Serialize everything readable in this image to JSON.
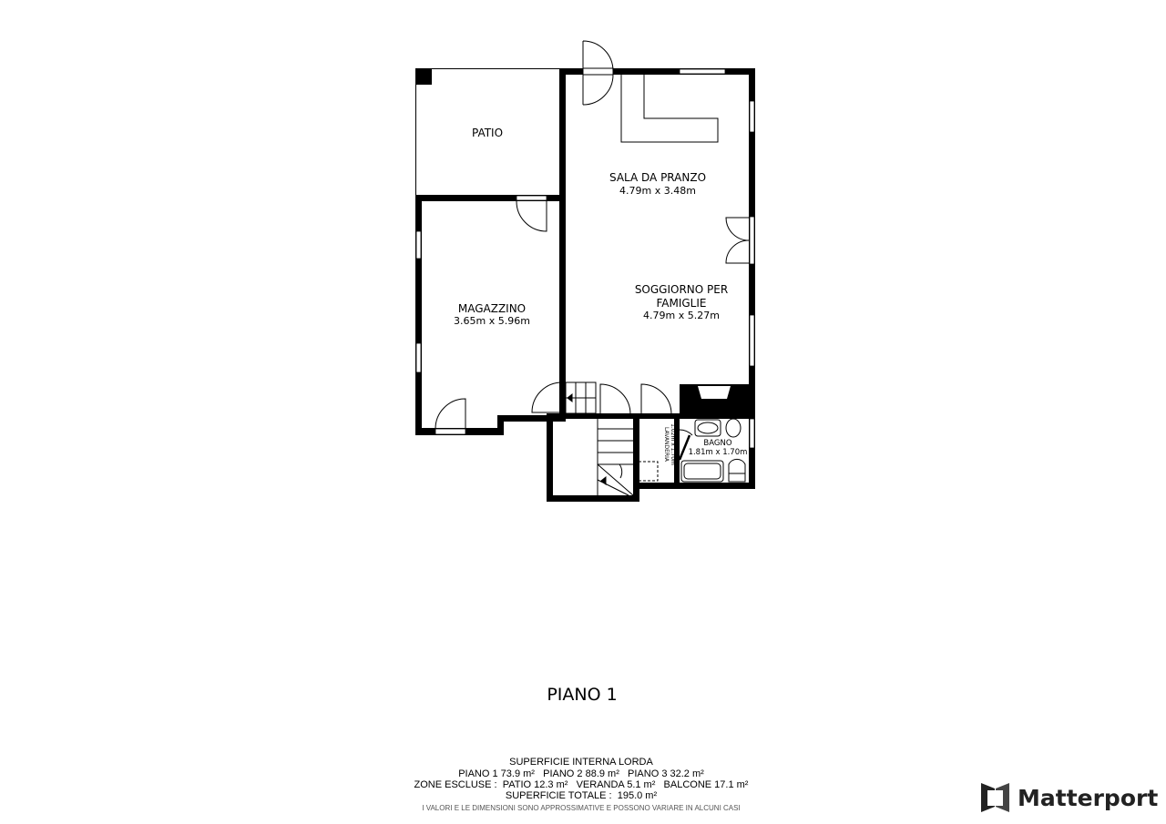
{
  "rooms": {
    "patio": {
      "name": "PATIO"
    },
    "sala": {
      "name": "SALA DA PRANZO",
      "dims": "4.79m x 3.48m"
    },
    "soggiorno": {
      "name_line1": "SOGGIORNO PER",
      "name_line2": "FAMIGLIE",
      "dims": "4.79m x 5.27m"
    },
    "magazzino": {
      "name": "MAGAZZINO",
      "dims": "3.65m x 5.96m"
    },
    "lavanderia": {
      "name": "LAVANDERIA",
      "dims": "1.02m x 1.70m"
    },
    "bagno": {
      "name": "BAGNO",
      "dims": "1.81m x 1.70m"
    }
  },
  "floor_title": "PIANO 1",
  "summary": {
    "heading": "SUPERFICIE INTERNA LORDA",
    "floors": "PIANO 1 73.9 m²   PIANO 2 88.9 m²   PIANO 3 32.2 m²",
    "excluded": "ZONE ESCLUSE :  PATIO 12.3 m²   VERANDA 5.1 m²   BALCONE 17.1 m²",
    "total": "SUPERFICIE TOTALE :  195.0 m²",
    "disclaimer": "I VALORI E LE DIMENSIONI SONO APPROSSIMATIVE E POSSONO VARIARE IN ALCUNI CASI"
  },
  "brand": {
    "name": "Matterport"
  }
}
